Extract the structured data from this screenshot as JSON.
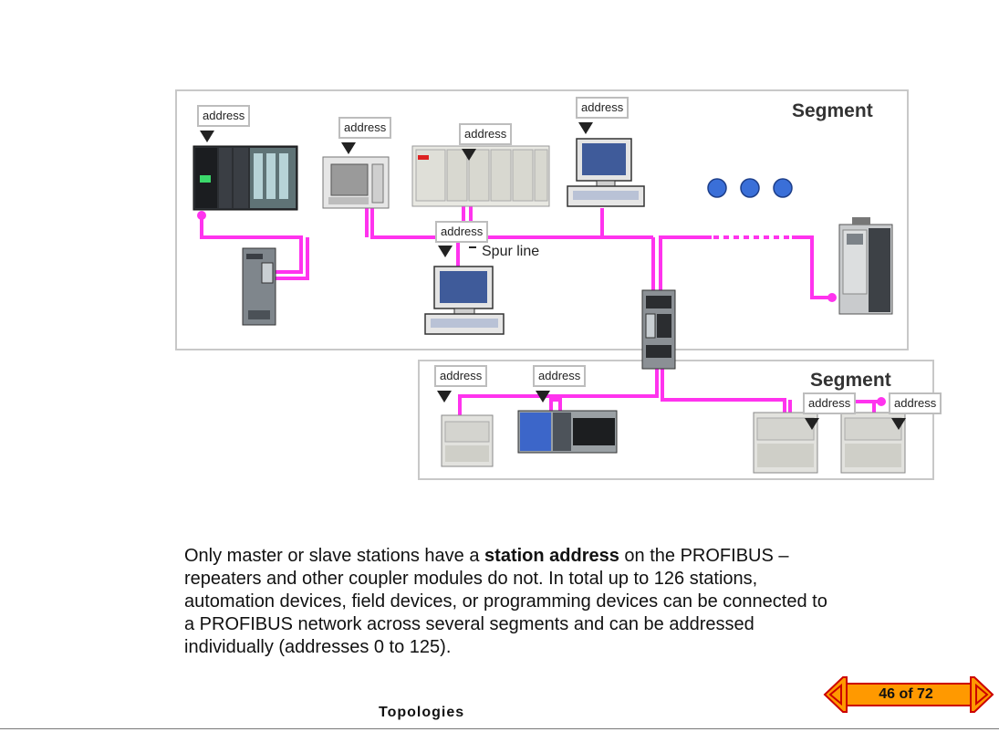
{
  "segments": [
    {
      "label": "Segment"
    },
    {
      "label": "Segment"
    }
  ],
  "address_label": "address",
  "spur_label": "Spur line",
  "description": {
    "part1": "Only master or slave stations have a ",
    "bold": "station address",
    "part2": " on the PROFIBUS – repeaters and other coupler modules do not. In total up to 126 stations, automation devices, field devices, or programming devices can be connected to a PROFIBUS network across several segments and can be addressed individually (addresses 0 to 125)."
  },
  "footer_title": "Topologies",
  "pagination": {
    "current": "46 of 72"
  },
  "colors": {
    "bus": "#ff33ee",
    "frame": "#c8c8c8",
    "pager": "#ff9900"
  }
}
